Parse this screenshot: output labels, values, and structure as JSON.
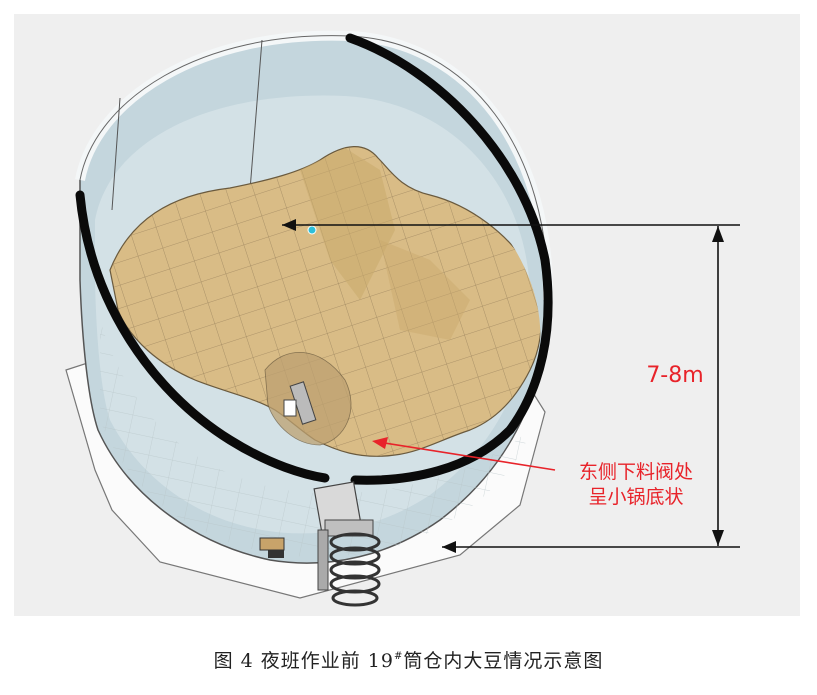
{
  "figure": {
    "height_label": "7-8m",
    "annotation_line1": "东侧下料阀处",
    "annotation_line2": "呈小锅底状",
    "caption": {
      "prefix": "图 4  夜班作业前 19",
      "superscript": "#",
      "suffix": "筒仓内大豆情况示意图"
    },
    "colors": {
      "annotation_red": "#e8232a",
      "soybean_fill": "#d9bc86",
      "silo_wall": "#cfdde3",
      "rim_black": "#0a0a0a"
    }
  }
}
